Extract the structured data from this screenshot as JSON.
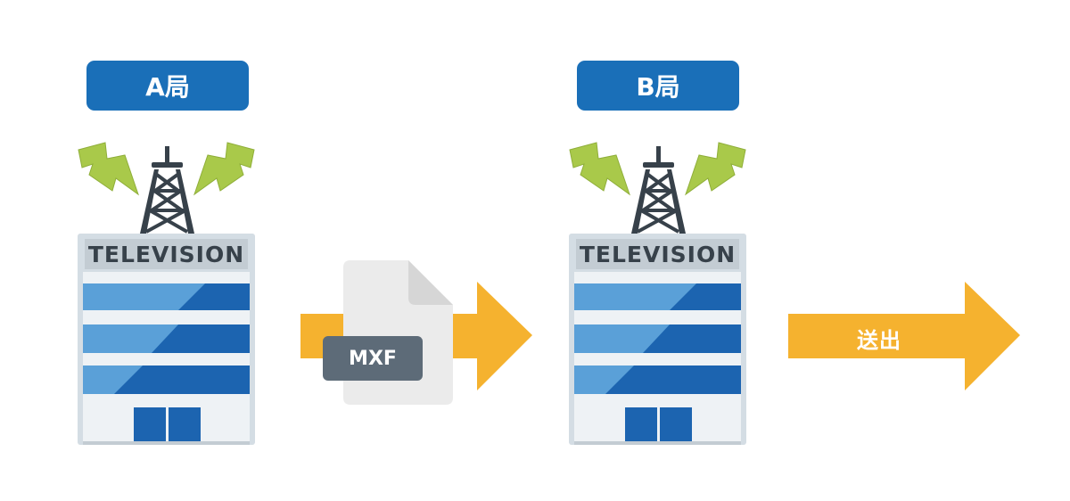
{
  "stations": [
    {
      "label": "A局",
      "sign": "TELEVISION",
      "icon": "tv-station-icon"
    },
    {
      "label": "B局",
      "sign": "TELEVISION",
      "icon": "tv-station-icon"
    }
  ],
  "file": {
    "label": "MXF",
    "icon": "document-icon"
  },
  "output": {
    "label": "送出"
  },
  "colors": {
    "label_bg": "#1a6fb8",
    "arrow": "#f5b22f",
    "lightning": "#a9c94a",
    "tower": "#37414a",
    "building_stripe": "#1c64b0",
    "file_badge": "#5d6b78"
  }
}
